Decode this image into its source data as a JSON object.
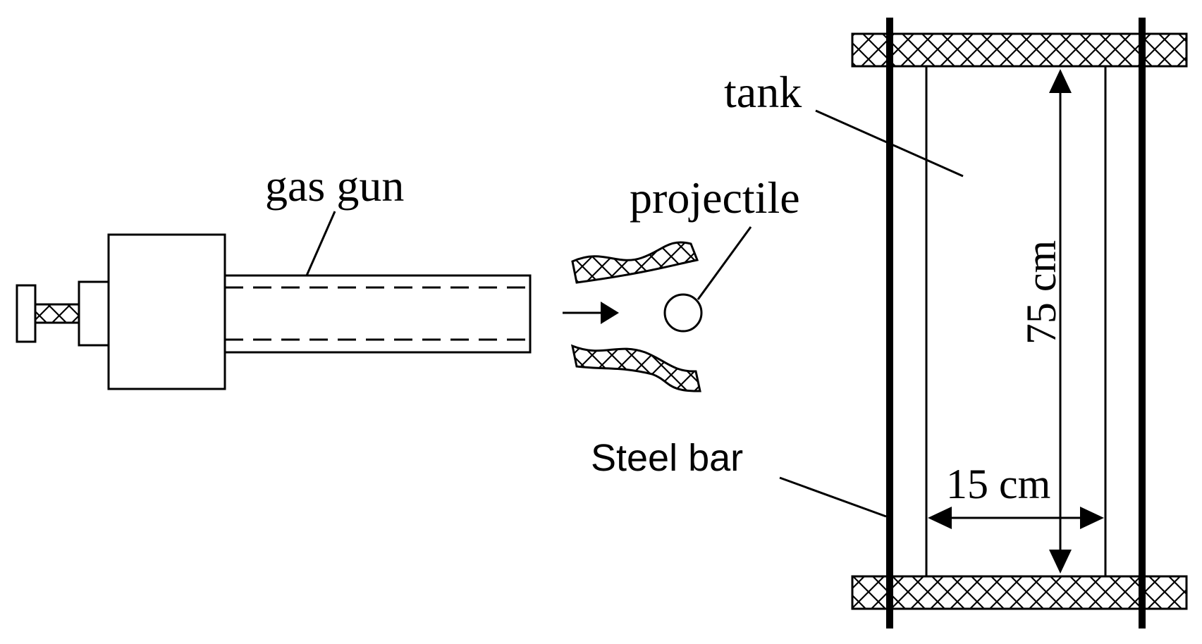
{
  "labels": {
    "gas_gun": "gas gun",
    "projectile": "projectile",
    "tank": "tank",
    "steel_bar": "Steel bar",
    "height_dim": "75 cm",
    "width_dim": "15 cm"
  },
  "colors": {
    "stroke": "#000000",
    "background": "#ffffff"
  }
}
